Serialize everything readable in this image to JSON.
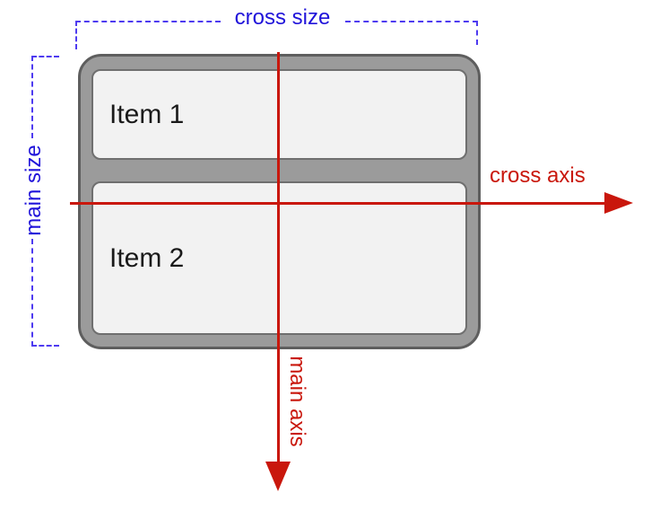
{
  "diagram": {
    "items": [
      {
        "label": "Item 1"
      },
      {
        "label": "Item 2"
      }
    ],
    "labels": {
      "cross_size": "cross size",
      "main_size": "main size",
      "cross_axis": "cross axis",
      "main_axis": "main axis"
    }
  },
  "colors": {
    "background": "#ffffff",
    "size_label": "#2013da",
    "size_line": "#4e3bf0",
    "axis": "#c9170c",
    "container_fill": "#9b9b9b",
    "container_border": "#5e5e5e",
    "item_fill": "#f2f2f2",
    "item_border": "#6f6f6f",
    "item_text": "#1a1a1a"
  }
}
